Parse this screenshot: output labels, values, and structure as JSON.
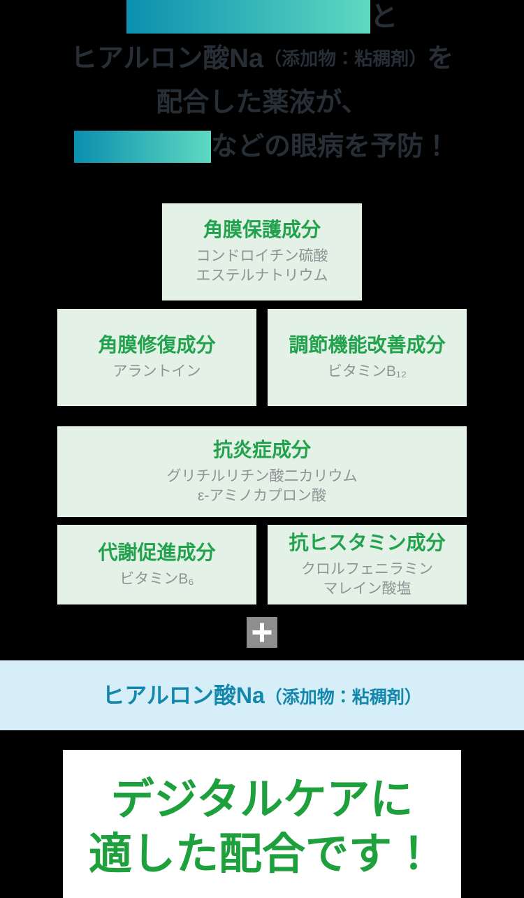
{
  "colors": {
    "background": "#000000",
    "gradient_start": "#0a8fae",
    "gradient_end": "#5fd9c1",
    "hero_text": "#272e35",
    "card_bg": "#e3f1e6",
    "card_title": "#23a24e",
    "card_body": "#8f9396",
    "plus_bg": "#8e8e8e",
    "additive_bg": "#d6eef8",
    "additive_text": "#1487ad",
    "footer_bg": "#ffffff",
    "footer_text": "#1ea03c"
  },
  "icons": {
    "plus_icon": "plus-cross"
  },
  "hero": {
    "line1_suffix": "と",
    "line2": {
      "main": "ヒアルロン酸Na",
      "paren": "（添加物：粘稠剤）",
      "suffix": "を"
    },
    "line3": "配合した薬液が、",
    "line4_suffix": "などの眼病を予防！"
  },
  "ingredients": [
    {
      "title": "角膜保護成分",
      "lines": [
        "コンドロイチン硫酸",
        "エステルナトリウム"
      ]
    },
    {
      "title": "角膜修復成分",
      "lines": [
        "アラントイン"
      ]
    },
    {
      "title": "調節機能改善成分",
      "lines": [
        "ビタミンB₁₂"
      ]
    },
    {
      "title": "抗炎症成分",
      "lines": [
        "グリチルリチン酸二カリウム",
        "ε-アミノカプロン酸"
      ]
    },
    {
      "title": "代謝促進成分",
      "lines": [
        "ビタミンB₆"
      ]
    },
    {
      "title": "抗ヒスタミン成分",
      "lines": [
        "クロルフェニラミン",
        "マレイン酸塩"
      ]
    }
  ],
  "additive": {
    "main": "ヒアルロン酸Na",
    "paren": "（添加物：粘稠剤）"
  },
  "footer": {
    "line1": "デジタルケアに",
    "line2": "適した配合です！"
  }
}
